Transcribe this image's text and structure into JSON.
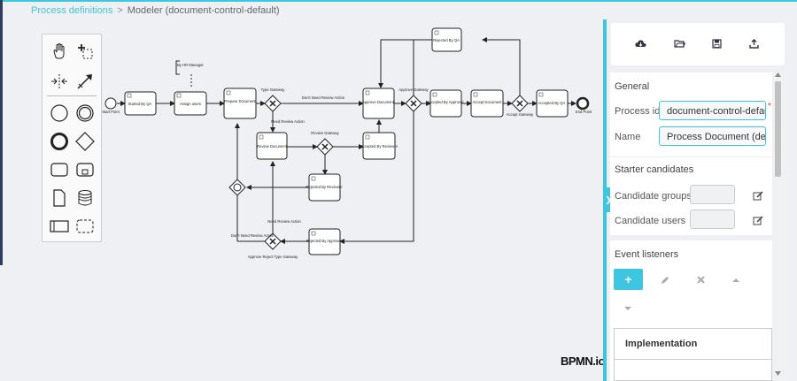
{
  "breadcrumb": {
    "link": "Process definitions",
    "separator": ">",
    "current": "Modeler (document-control-default)"
  },
  "palette": {
    "tools": [
      "hand-tool-icon",
      "lasso-tool-icon",
      "space-tool-icon",
      "connect-tool-icon",
      "start-event-icon",
      "intermediate-event-icon",
      "end-event-icon",
      "gateway-icon",
      "task-icon",
      "subprocess-icon",
      "data-object-icon",
      "data-store-icon",
      "pool-icon",
      "group-icon"
    ]
  },
  "diagram": {
    "annotation": "By HR Manager",
    "nodes": {
      "start": "Start Point",
      "started_by_qa": "Started By QA",
      "assign_users": "Assign users",
      "prepare": "Prepare Document",
      "type_gateway": "Type Gateway",
      "review": "Review Document",
      "review_gateway": "Review Gateway",
      "accepted_reviewer": "Accepted By Reviewer",
      "rejected_reviewer": "Rejected By Reviewer",
      "approve": "Approve Document",
      "approve_gateway": "Approve Gateway",
      "accepted_approver": "Accepted By Approver",
      "accept_document": "Accept Document",
      "accept_gateway": "Accept Gateway",
      "accepted_qa": "Accepted By QA",
      "end": "End Point",
      "rejected_qa": "Rejected By QA",
      "rejected_approver": "Rejected By Approver",
      "approve_reject_gateway": "Approve Reject Type Gateway"
    },
    "edges": {
      "dont_need_review": "Don't Need Review Action",
      "need_review": "Need Review Action",
      "dont_need_review_2": "Don't Need Review Action",
      "need_review_2": "Need Review Action"
    },
    "brand": "BPMN.io"
  },
  "toolbar": [
    "cloud-download-icon",
    "folder-open-icon",
    "save-icon",
    "upload-icon"
  ],
  "panel": {
    "general_title": "General",
    "process_id_label": "Process id",
    "process_id_value": "document-control-default",
    "required_mark": "*",
    "name_label": "Name",
    "name_value": "Process Document (default)",
    "starter_title": "Starter candidates",
    "candidate_groups_label": "Candidate groups",
    "candidate_users_label": "Candidate users",
    "event_listeners_title": "Event listeners",
    "add_label": "+",
    "implementation_label": "Implementation"
  },
  "colors": {
    "accent": "#3ec6e0",
    "sidebar_dark": "#2b3e5c"
  }
}
